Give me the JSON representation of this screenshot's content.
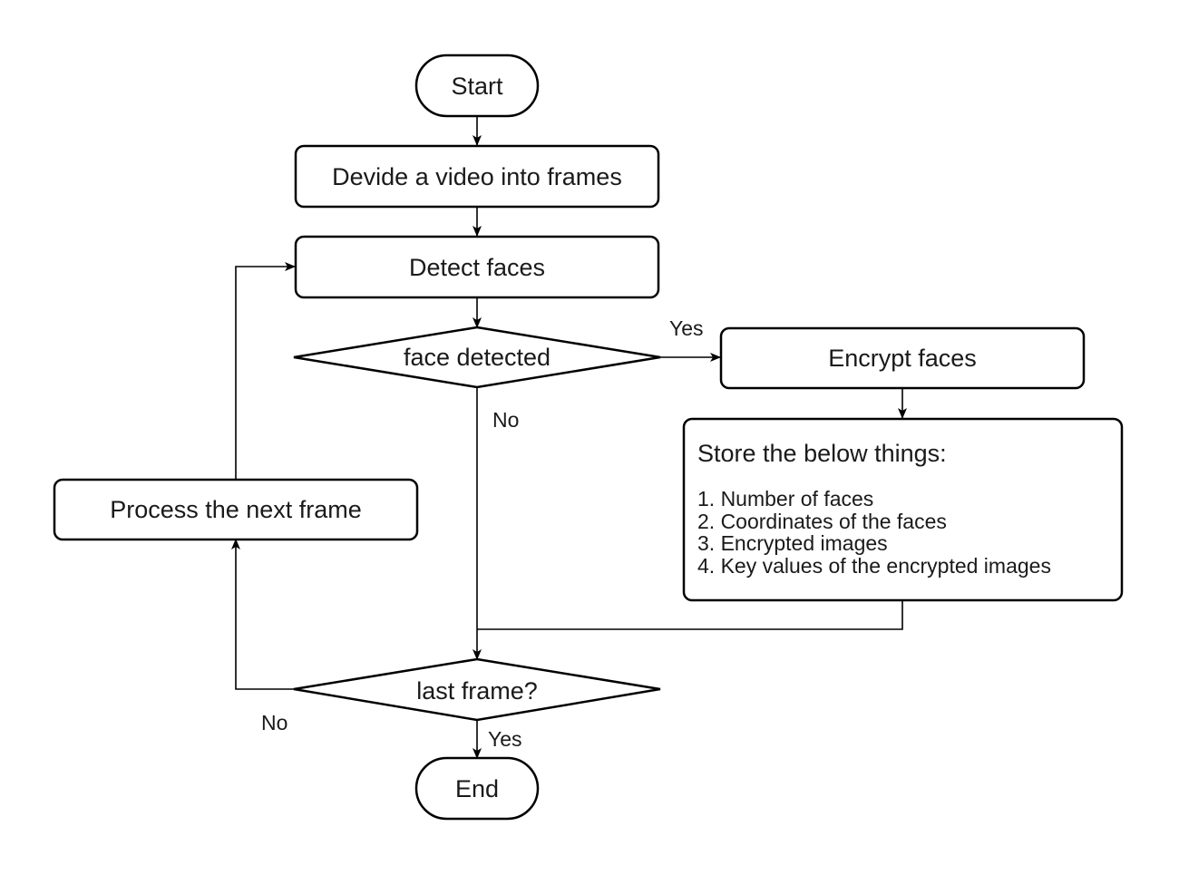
{
  "nodes": {
    "start": "Start",
    "divide": "Devide a video into frames",
    "detect": "Detect faces",
    "decision_face": "face detected",
    "encrypt": "Encrypt faces",
    "store_title": "Store the below things:",
    "store_items": [
      "1. Number of faces",
      "2. Coordinates of the faces",
      "3. Encrypted images",
      "4. Key values of the encrypted images"
    ],
    "process_next": "Process the next frame",
    "decision_last": "last frame?",
    "end": "End"
  },
  "edges": {
    "face_yes": "Yes",
    "face_no": "No",
    "last_no": "No",
    "last_yes": "Yes"
  },
  "colors": {
    "stroke": "#000000",
    "fill": "#ffffff",
    "text": "#1a1a1a"
  }
}
